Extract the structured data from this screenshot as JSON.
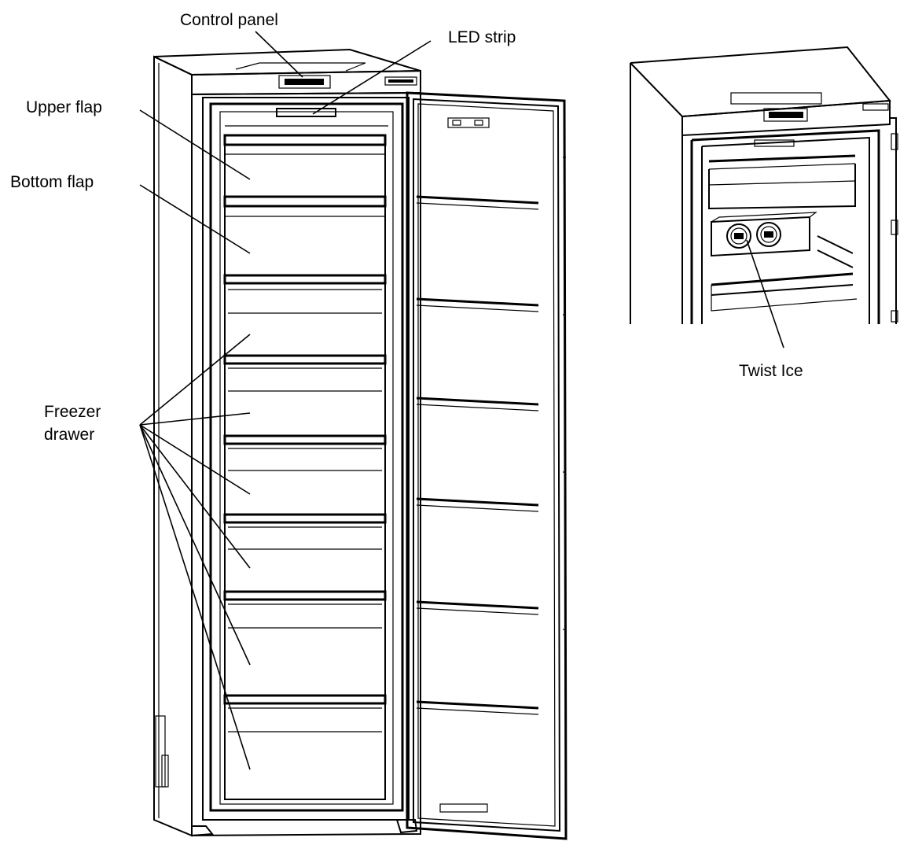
{
  "labels": {
    "control_panel": "Control panel",
    "led_strip": "LED strip",
    "upper_flap": "Upper flap",
    "bottom_flap": "Bottom flap",
    "freezer_drawer_line1": "Freezer",
    "freezer_drawer_line2": "drawer",
    "twist_ice": "Twist Ice"
  },
  "colors": {
    "line": "#000000",
    "background": "#ffffff"
  }
}
